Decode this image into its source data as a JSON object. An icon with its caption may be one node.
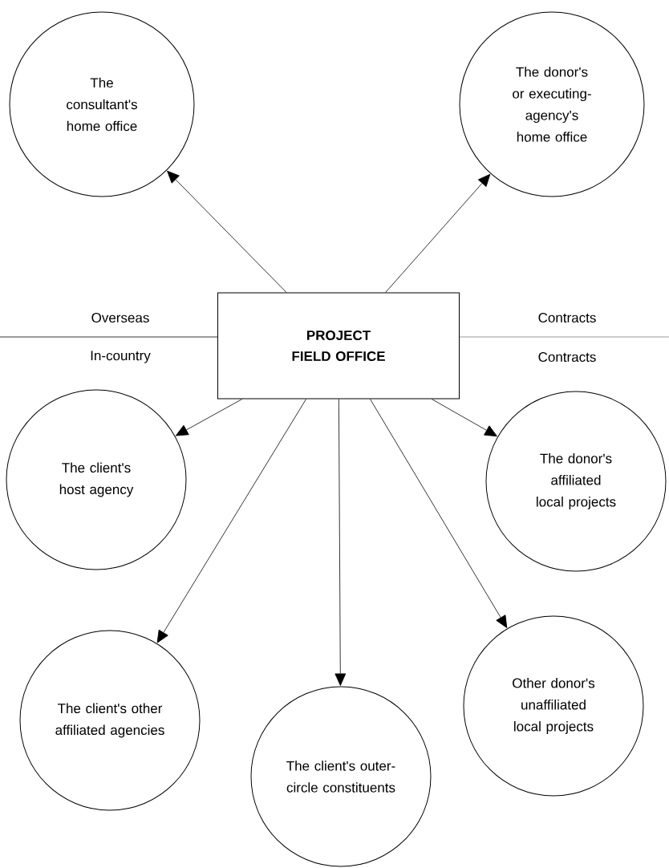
{
  "diagram": {
    "nodes": [
      {
        "text": [
          "PROJECT FIELD OFFICE"
        ]
      },
      {
        "text": [
          "The consultant's home office"
        ]
      },
      {
        "text": [
          "The donor's or executing-agency's home office"
        ]
      },
      {
        "text": [
          "The client's host agency"
        ]
      },
      {
        "text": [
          "The donor's affiliated local projects"
        ]
      },
      {
        "text": [
          "The client's other affiliated agencies"
        ]
      },
      {
        "text": [
          "The client's outer-circle constituents"
        ]
      },
      {
        "text": [
          "Other donor's unaffiliated local projects"
        ]
      }
    ],
    "edges": [
      {
        "from": 0,
        "to": 1,
        "arrow": "to"
      },
      {
        "from": 0,
        "to": 2,
        "arrow": "to"
      },
      {
        "from": 0,
        "to": 3,
        "arrow": "to"
      },
      {
        "from": 0,
        "to": 4,
        "arrow": "to"
      },
      {
        "from": 0,
        "to": 5,
        "arrow": "to"
      },
      {
        "from": 0,
        "to": 6,
        "arrow": "to"
      },
      {
        "from": 0,
        "to": 7,
        "arrow": "to"
      }
    ],
    "labels": [
      "Overseas",
      "Contracts",
      "In-country",
      "Contracts"
    ]
  }
}
